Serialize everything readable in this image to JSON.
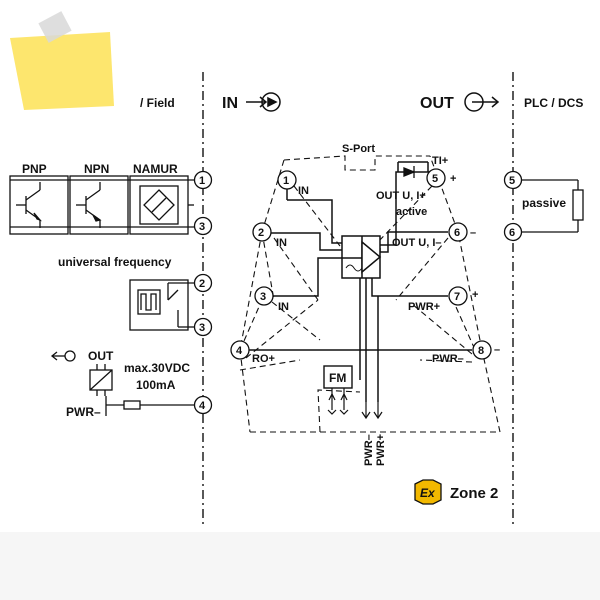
{
  "headers": {
    "field": "/ Field",
    "in": "IN",
    "out": "OUT",
    "plc": "PLC / DCS"
  },
  "sensors": {
    "pnp": "PNP",
    "npn": "NPN",
    "namur": "NAMUR",
    "universal_frequency": "universal  frequency"
  },
  "relay_output": {
    "out": "OUT",
    "rating_voltage": "max.30VDC",
    "rating_current": "100mA",
    "pwr_minus": "PWR–"
  },
  "left_terminals": [
    "1",
    "3",
    "2",
    "3",
    "4"
  ],
  "module": {
    "sport": "S-Port",
    "fm": "FM",
    "in1": "IN",
    "in2": "IN",
    "in3": "IN",
    "ro_plus": "RO+",
    "ti_plus": "TI+",
    "out_active_1": "OUT U, I+",
    "out_active_2": "active",
    "out_minus": "OUT U, I–",
    "pwr_plus": "PWR+",
    "pwr_minus": "PWR–",
    "bus_pwr_minus": "PWR–",
    "bus_pwr_plus": "PWR+",
    "plus_1": "+",
    "minus_1": "–",
    "plus_2": "+",
    "minus_2": "–",
    "terminals_left": [
      "1",
      "2",
      "3",
      "4"
    ],
    "terminals_right": [
      "5",
      "6",
      "7",
      "8"
    ]
  },
  "plc_side": {
    "passive": "passive",
    "terminals": [
      "5",
      "6"
    ]
  },
  "zone": {
    "label": "Zone 2",
    "symbol": "Ex"
  },
  "colors": {
    "sticky_note": "#fde66e",
    "ex_badge": "#f2b800",
    "line": "#111111"
  },
  "icons": [
    "sticky-note",
    "arrow-in-icon",
    "arrow-out-icon",
    "ex-zone-icon"
  ]
}
